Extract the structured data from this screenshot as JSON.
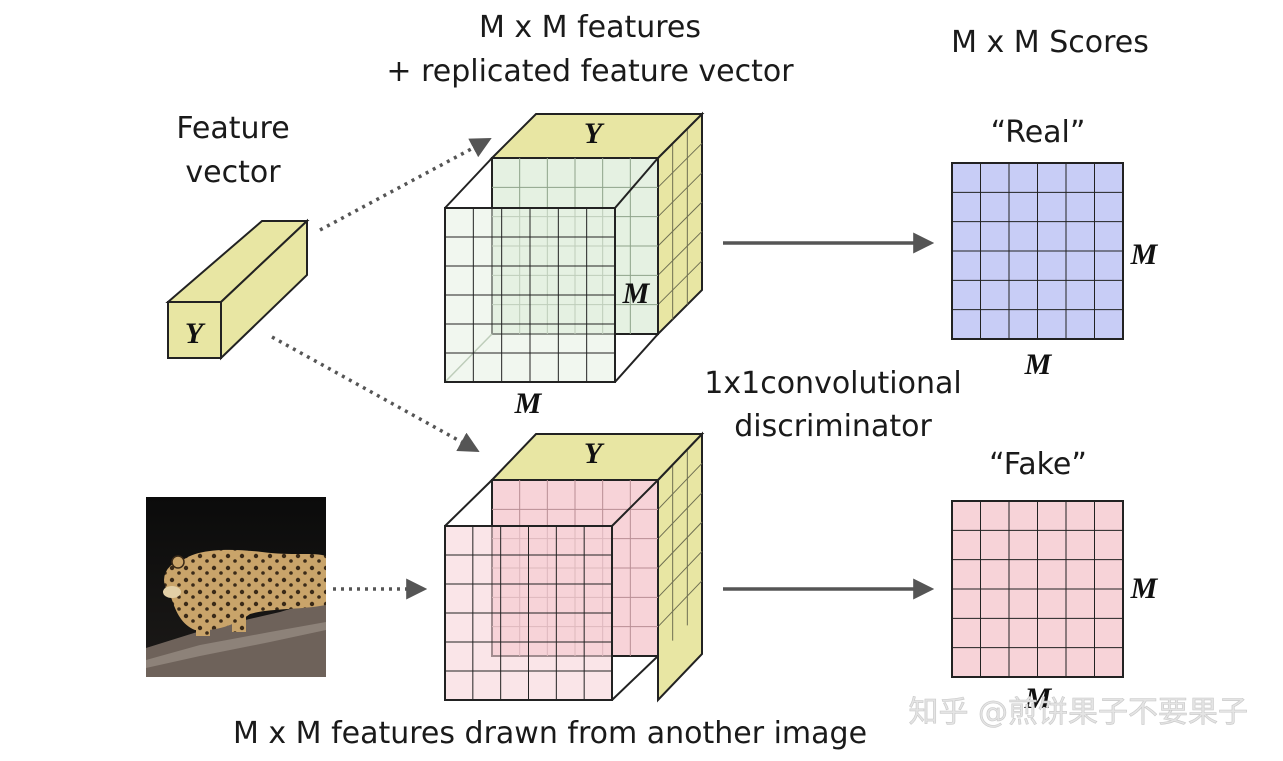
{
  "labels": {
    "feature_vector_line1": "Feature",
    "feature_vector_line2": "vector",
    "top_cube_title_line1": "M x M features",
    "top_cube_title_line2": "+ replicated feature vector",
    "scores_title": "M x M Scores",
    "real_label": "“Real”",
    "fake_label": "“Fake”",
    "discriminator_line1": "1x1convolutional",
    "discriminator_line2": "discriminator",
    "bottom_caption": "M x M features drawn from another image",
    "watermark": "知乎 @煎饼果子不要果子"
  },
  "symbols": {
    "y": "Y",
    "m": "M"
  },
  "colors": {
    "feature_yellow": "#e8e6a3",
    "top_cube_front": "#e5f1e2",
    "bottom_cube_front": "#f7d3d8",
    "real_grid": "#c8cdf6",
    "fake_grid": "#f7d3d8",
    "arrow": "#555555"
  },
  "image": {
    "description_icon": "leopard-photo"
  }
}
